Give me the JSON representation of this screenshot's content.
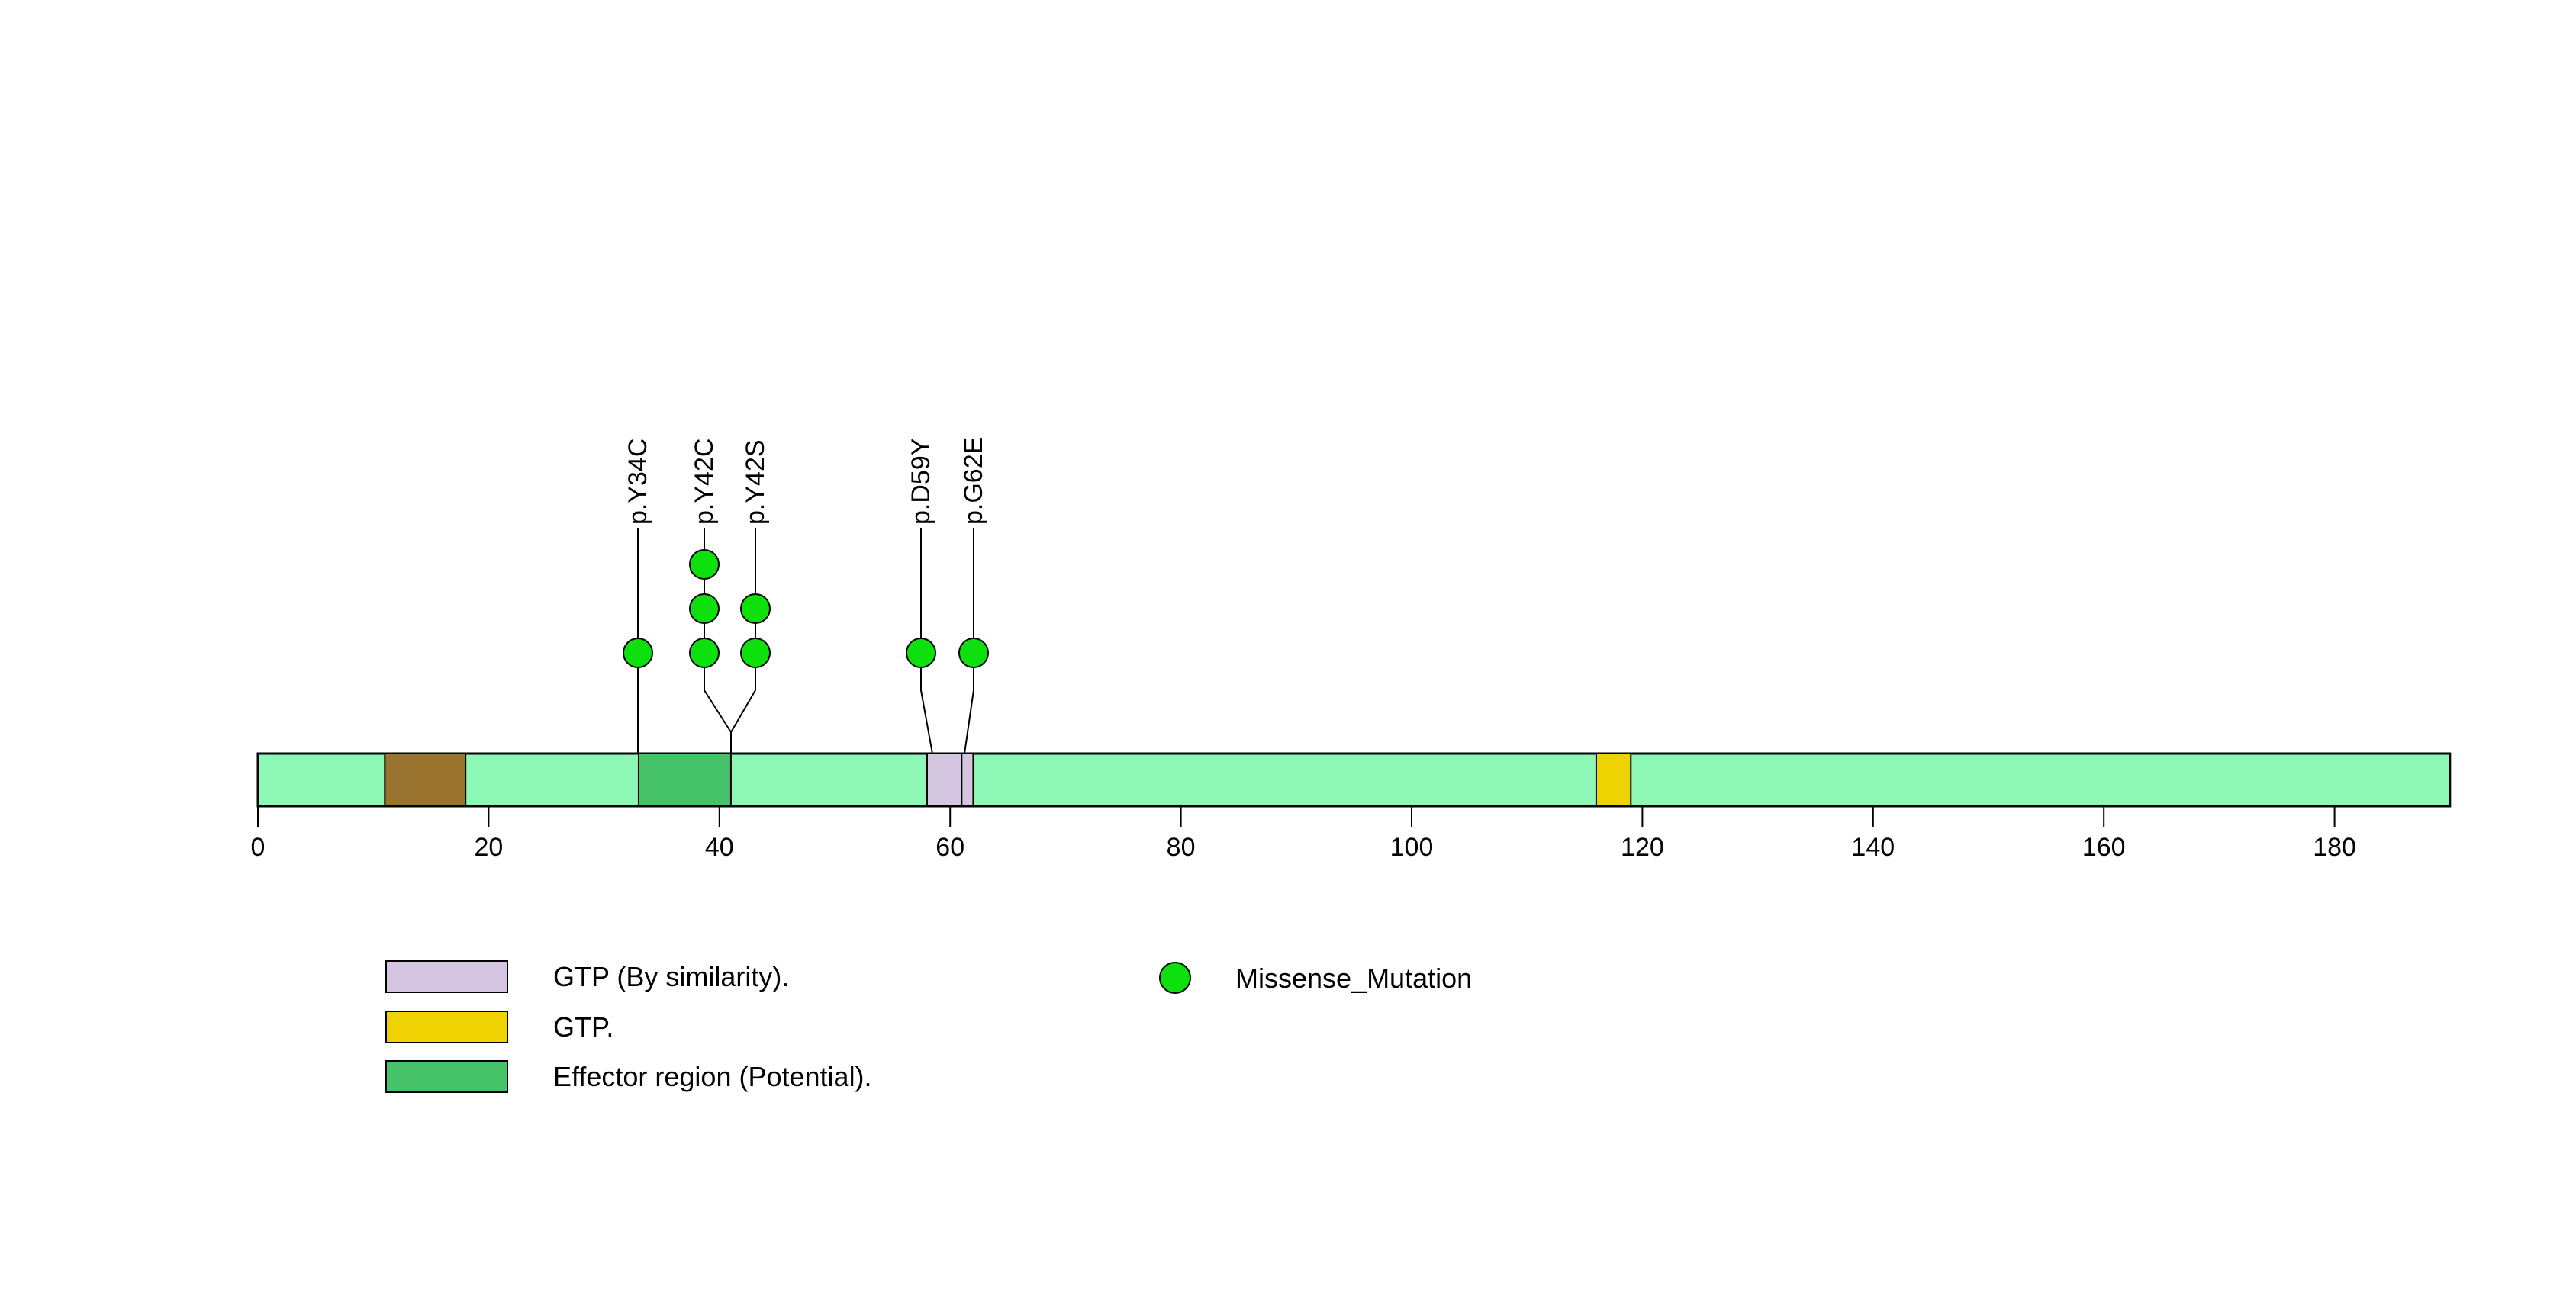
{
  "figure": {
    "kind": "protein mutation lollipop plot",
    "background": "#ffffff"
  },
  "chart_data": {
    "type": "lollipop",
    "title": "",
    "xlabel": "",
    "ylabel": "",
    "x_range": [
      0,
      190
    ],
    "protein_length_aa": 190,
    "x_ticks": [
      0,
      20,
      40,
      60,
      80,
      100,
      120,
      140,
      160,
      180
    ],
    "grid": false,
    "bar_color": "#8df7b6",
    "outline_color": "#000000",
    "domains": [
      {
        "label": "",
        "start": 11,
        "end": 18,
        "color": "#9a742e"
      },
      {
        "label": "Effector region (Potential).",
        "start": 33,
        "end": 41,
        "color": "#46c268"
      },
      {
        "label": "GTP (By similarity).",
        "start": 58,
        "end": 61,
        "color": "#d4c6e0"
      },
      {
        "label": "GTP (By similarity).",
        "start": 61,
        "end": 62,
        "color": "#d4c6e0"
      },
      {
        "label": "GTP.",
        "start": 116,
        "end": 119,
        "color": "#eed202"
      }
    ],
    "mutations": [
      {
        "label": "p.Y34C",
        "position": 34,
        "count": 1,
        "type": "Missense_Mutation"
      },
      {
        "label": "p.Y42C",
        "position": 42,
        "count": 3,
        "type": "Missense_Mutation"
      },
      {
        "label": "p.Y42S",
        "position": 42,
        "count": 2,
        "type": "Missense_Mutation"
      },
      {
        "label": "p.D59Y",
        "position": 59,
        "count": 1,
        "type": "Missense_Mutation"
      },
      {
        "label": "p.G62E",
        "position": 62,
        "count": 1,
        "type": "Missense_Mutation"
      }
    ],
    "mutation_color": "#0de00d",
    "legend_position": "bottom"
  },
  "legend": {
    "items": [
      {
        "label": "GTP (By similarity).",
        "color": "#d4c6e0"
      },
      {
        "label": "GTP.",
        "color": "#eed202"
      },
      {
        "label": "Effector region (Potential).",
        "color": "#46c268"
      }
    ],
    "mutation": {
      "label": "Missense_Mutation",
      "color": "#0de00d"
    }
  }
}
